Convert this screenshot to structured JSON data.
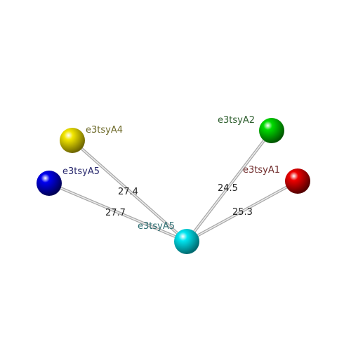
{
  "nodes": [
    {
      "id": "center",
      "label": "e3tsyA5",
      "color": "#00e5f0",
      "label_color": "#2f6f73"
    },
    {
      "id": "blue",
      "label": "e3tsyA5",
      "color": "#0000ee",
      "label_color": "#2a2a6e"
    },
    {
      "id": "yellow",
      "label": "e3tsyA4",
      "color": "#f2e600",
      "label_color": "#6e6a2a"
    },
    {
      "id": "green",
      "label": "e3tsyA2",
      "color": "#00dd00",
      "label_color": "#2f5f2f"
    },
    {
      "id": "red",
      "label": "e3tsyA1",
      "color": "#ee0000",
      "label_color": "#6e2a2a"
    }
  ],
  "edges": [
    {
      "from": "center",
      "to": "blue",
      "label": "27.7"
    },
    {
      "from": "center",
      "to": "yellow",
      "label": "27.4"
    },
    {
      "from": "center",
      "to": "green",
      "label": "24.5"
    },
    {
      "from": "center",
      "to": "red",
      "label": "25.3"
    }
  ]
}
